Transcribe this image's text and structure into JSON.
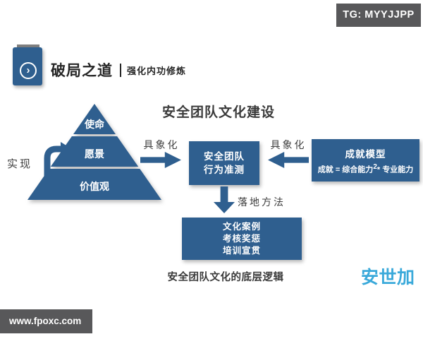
{
  "badges": {
    "top_right": "TG: MYYJJPP",
    "bottom_left": "www.fpoxc.com"
  },
  "header": {
    "chevron": "›",
    "title": "破局之道",
    "subtitle": "强化内功修炼"
  },
  "diagram": {
    "title": "安全团队文化建设",
    "pyramid": {
      "levels": [
        "使命",
        "愿景",
        "价值观"
      ],
      "side_label": "实现"
    },
    "arrows": {
      "right_to_center": "具象化",
      "left_to_center": "具象化",
      "down": "落地方法"
    },
    "center_box": {
      "lines": [
        "安全团队",
        "行为准测"
      ]
    },
    "right_box": {
      "title": "成就模型",
      "formula_base": "成就 = 综合能力",
      "formula_sup": "2",
      "formula_rest": "* 专业能力"
    },
    "bottom_box": {
      "lines": [
        "文化案例",
        "考核奖惩",
        "培训宣贯"
      ]
    },
    "caption": "安全团队文化的底层逻辑"
  },
  "logo": "安世加",
  "colors": {
    "primary_blue": "#2f5f8f",
    "badge_gray": "#58585a",
    "tab_gray": "#7f7f7f",
    "logo_blue": "#3aa9da",
    "text_dark": "#3a3a3a",
    "label_gray": "#3e3e3e"
  }
}
